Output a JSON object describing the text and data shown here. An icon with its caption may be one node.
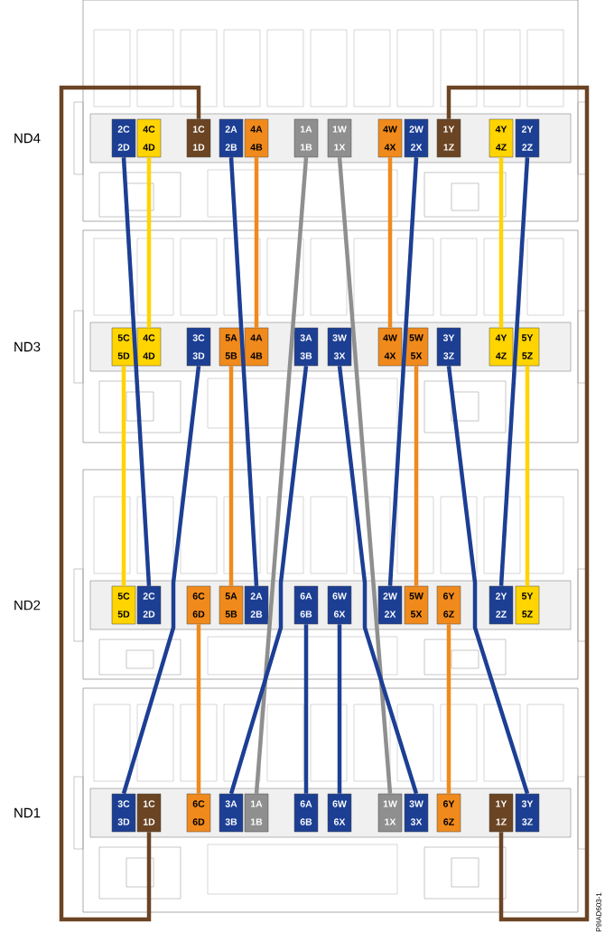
{
  "diagram": {
    "nodes": [
      {
        "text": [
          "2C",
          "2D"
        ]
      },
      {
        "text": [
          "4C",
          "4D"
        ]
      },
      {
        "text": [
          "1C",
          "1D"
        ]
      },
      {
        "text": [
          "2A",
          "2B"
        ]
      },
      {
        "text": [
          "4A",
          "4B"
        ]
      },
      {
        "text": [
          "1A",
          "1B"
        ]
      },
      {
        "text": [
          "1W",
          "1X"
        ]
      },
      {
        "text": [
          "4W",
          "4X"
        ]
      },
      {
        "text": [
          "2W",
          "2X"
        ]
      },
      {
        "text": [
          "1Y",
          "1Z"
        ]
      },
      {
        "text": [
          "4Y",
          "4Z"
        ]
      },
      {
        "text": [
          "2Y",
          "2Z"
        ]
      },
      {
        "text": [
          "5C",
          "5D"
        ]
      },
      {
        "text": [
          "4C",
          "4D"
        ]
      },
      {
        "text": [
          "3C",
          "3D"
        ]
      },
      {
        "text": [
          "5A",
          "5B"
        ]
      },
      {
        "text": [
          "4A",
          "4B"
        ]
      },
      {
        "text": [
          "3A",
          "3B"
        ]
      },
      {
        "text": [
          "3W",
          "3X"
        ]
      },
      {
        "text": [
          "4W",
          "4X"
        ]
      },
      {
        "text": [
          "5W",
          "5X"
        ]
      },
      {
        "text": [
          "3Y",
          "3Z"
        ]
      },
      {
        "text": [
          "4Y",
          "4Z"
        ]
      },
      {
        "text": [
          "5Y",
          "5Z"
        ]
      },
      {
        "text": [
          "5C",
          "5D"
        ]
      },
      {
        "text": [
          "2C",
          "2D"
        ]
      },
      {
        "text": [
          "6C",
          "6D"
        ]
      },
      {
        "text": [
          "5A",
          "5B"
        ]
      },
      {
        "text": [
          "2A",
          "2B"
        ]
      },
      {
        "text": [
          "6A",
          "6B"
        ]
      },
      {
        "text": [
          "6W",
          "6X"
        ]
      },
      {
        "text": [
          "2W",
          "2X"
        ]
      },
      {
        "text": [
          "5W",
          "5X"
        ]
      },
      {
        "text": [
          "6Y",
          "6Z"
        ]
      },
      {
        "text": [
          "2Y",
          "2Z"
        ]
      },
      {
        "text": [
          "5Y",
          "5Z"
        ]
      },
      {
        "text": [
          "3C",
          "3D"
        ]
      },
      {
        "text": [
          "1C",
          "1D"
        ]
      },
      {
        "text": [
          "6C",
          "6D"
        ]
      },
      {
        "text": [
          "3A",
          "3B"
        ]
      },
      {
        "text": [
          "1A",
          "1B"
        ]
      },
      {
        "text": [
          "6A",
          "6B"
        ]
      },
      {
        "text": [
          "6W",
          "6X"
        ]
      },
      {
        "text": [
          "1W",
          "1X"
        ]
      },
      {
        "text": [
          "3W",
          "3X"
        ]
      },
      {
        "text": [
          "6Y",
          "6Z"
        ]
      },
      {
        "text": [
          "1Y",
          "1Z"
        ]
      },
      {
        "text": [
          "3Y",
          "3Z"
        ]
      }
    ],
    "edges": [
      {
        "from": 0,
        "to": 25,
        "arrow": "none"
      },
      {
        "from": 1,
        "to": 13,
        "arrow": "none",
        "color": "#ffd400"
      },
      {
        "from": 2,
        "to": 37,
        "arrow": "none",
        "color": "#6b4423"
      },
      {
        "from": 3,
        "to": 28,
        "arrow": "none"
      },
      {
        "from": 4,
        "to": 16,
        "arrow": "none",
        "color": "#f08a1c"
      },
      {
        "from": 5,
        "to": 40,
        "arrow": "none",
        "color": "#8f8f8f"
      },
      {
        "from": 6,
        "to": 43,
        "arrow": "none",
        "color": "#8f8f8f"
      },
      {
        "from": 7,
        "to": 19,
        "arrow": "none",
        "color": "#f08a1c"
      },
      {
        "from": 8,
        "to": 31,
        "arrow": "none"
      },
      {
        "from": 9,
        "to": 46,
        "arrow": "none",
        "color": "#6b4423"
      },
      {
        "from": 10,
        "to": 22,
        "arrow": "none",
        "color": "#ffd400"
      },
      {
        "from": 11,
        "to": 34,
        "arrow": "none"
      },
      {
        "from": 12,
        "to": 24,
        "arrow": "none",
        "color": "#ffd400"
      },
      {
        "from": 14,
        "to": 36,
        "arrow": "none"
      },
      {
        "from": 15,
        "to": 27,
        "arrow": "none",
        "color": "#f08a1c"
      },
      {
        "from": 17,
        "to": 39,
        "arrow": "none"
      },
      {
        "from": 18,
        "to": 44,
        "arrow": "none"
      },
      {
        "from": 20,
        "to": 32,
        "arrow": "none",
        "color": "#f08a1c"
      },
      {
        "from": 21,
        "to": 47,
        "arrow": "none"
      },
      {
        "from": 23,
        "to": 35,
        "arrow": "none",
        "color": "#ffd400"
      },
      {
        "from": 26,
        "to": 38,
        "arrow": "none",
        "color": "#f08a1c"
      },
      {
        "from": 29,
        "to": 41,
        "arrow": "none"
      },
      {
        "from": 30,
        "to": 42,
        "arrow": "none"
      },
      {
        "from": 33,
        "to": 45,
        "arrow": "none",
        "color": "#f08a1c"
      }
    ],
    "labels": [
      "ND4",
      "ND3",
      "ND2",
      "ND1",
      "P9IAD603-1"
    ]
  }
}
